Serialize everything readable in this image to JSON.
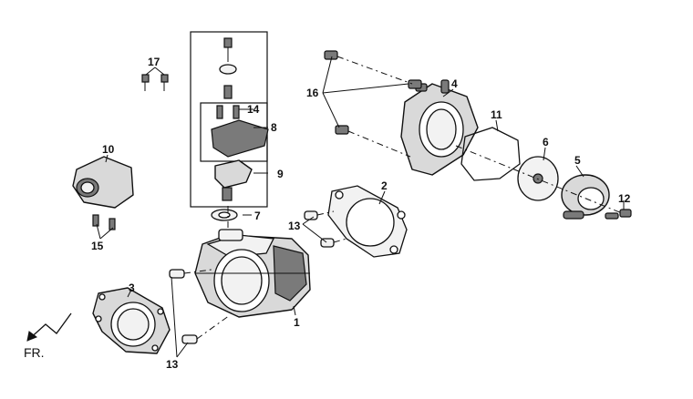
{
  "callouts": {
    "c1": "1",
    "c2": "2",
    "c3": "3",
    "c4": "4",
    "c5": "5",
    "c6": "6",
    "c7": "7",
    "c8": "8",
    "c9": "9",
    "c10": "10",
    "c11": "11",
    "c12": "12",
    "c13a": "13",
    "c13b": "13",
    "c14": "14",
    "c15": "15",
    "c16": "16",
    "c17": "17"
  },
  "direction": {
    "label": "FR."
  }
}
